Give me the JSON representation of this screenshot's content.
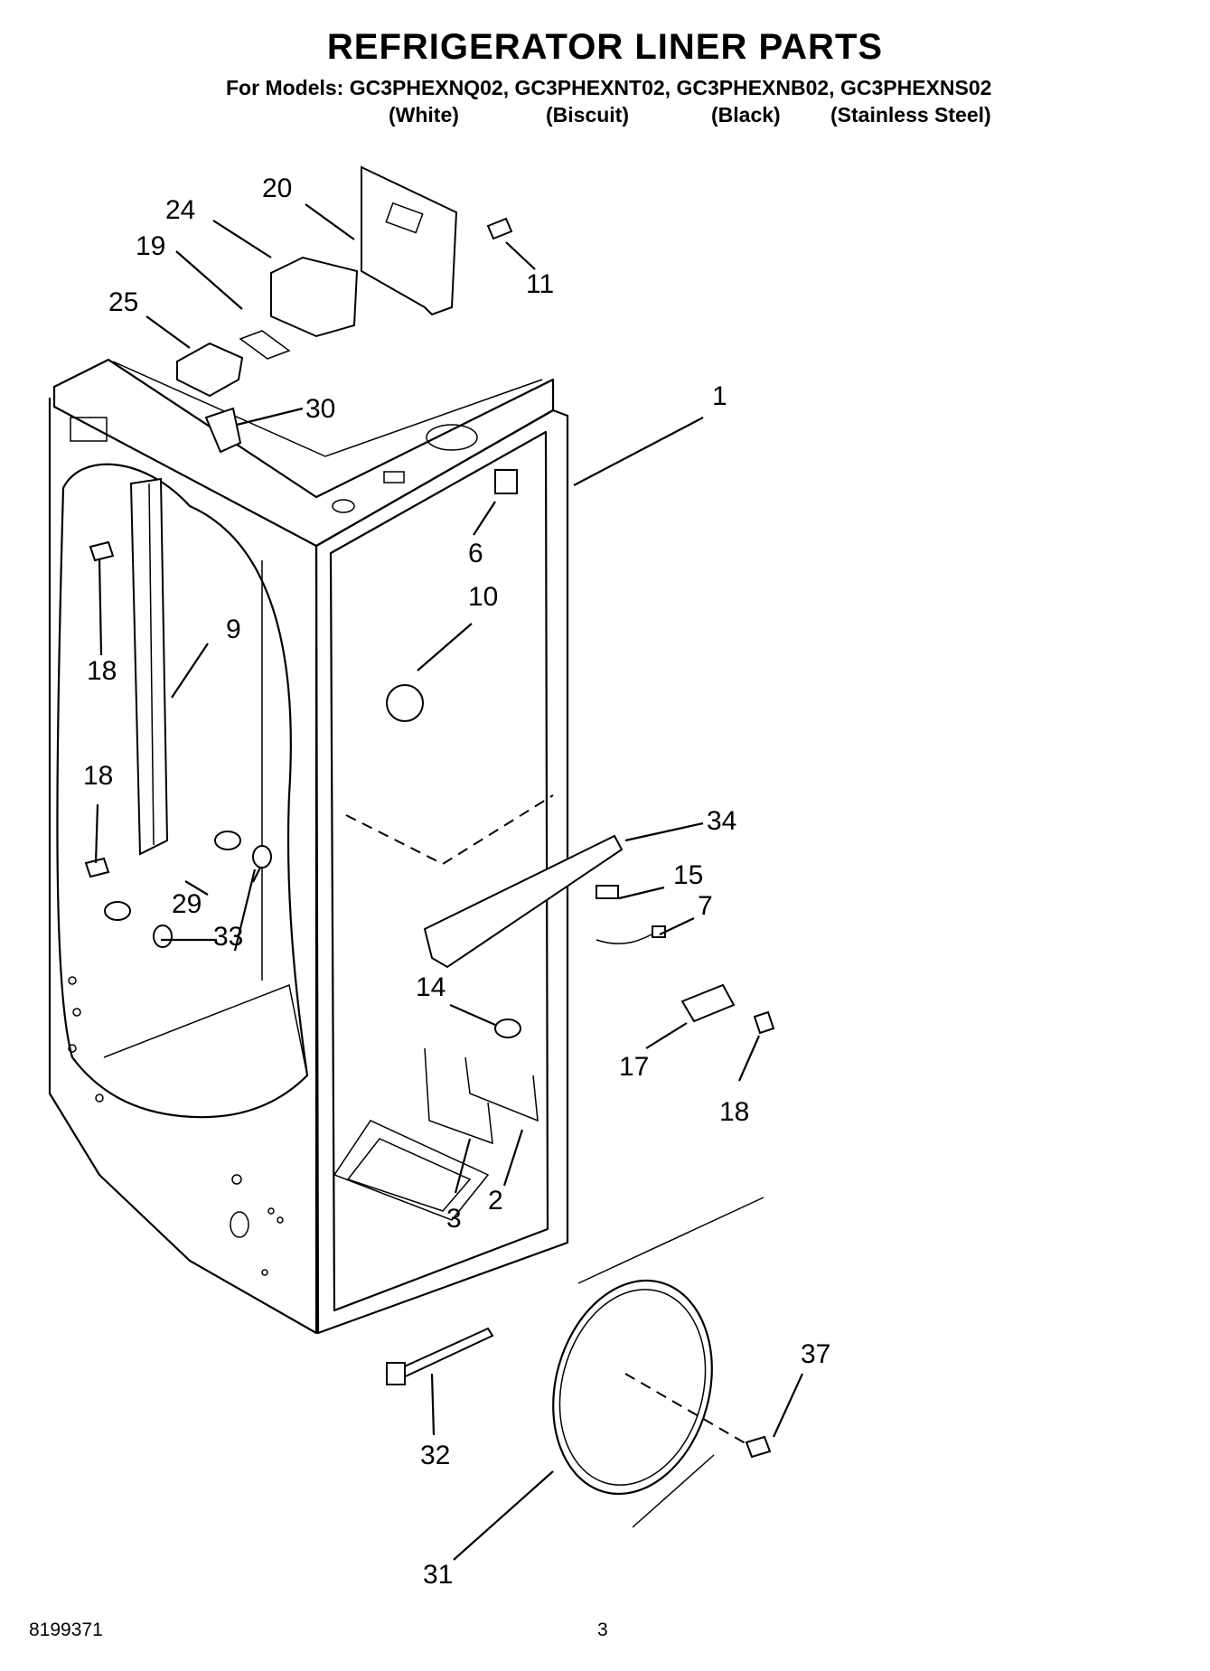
{
  "title": "REFRIGERATOR LINER PARTS",
  "models_line": "For Models: GC3PHEXNQ02, GC3PHEXNT02, GC3PHEXNB02, GC3PHEXNS02",
  "colors": [
    "(White)",
    "(Biscuit)",
    "(Black)",
    "(Stainless Steel)"
  ],
  "footer": {
    "doc_number": "8199371",
    "page_number": "3"
  },
  "callouts": [
    "20",
    "24",
    "19",
    "25",
    "11",
    "30",
    "1",
    "6",
    "10",
    "9",
    "18",
    "18",
    "34",
    "15",
    "7",
    "29",
    "33",
    "14",
    "17",
    "18",
    "3",
    "2",
    "37",
    "32",
    "31"
  ]
}
